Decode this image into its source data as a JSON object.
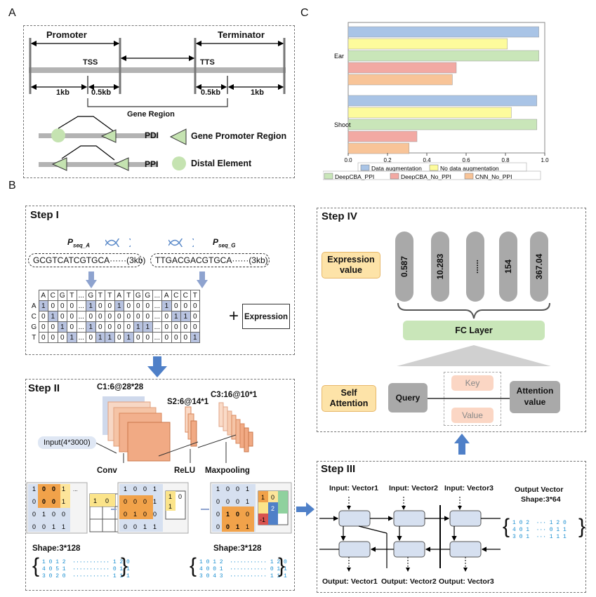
{
  "panels": {
    "A": "A",
    "B": "B",
    "C": "C"
  },
  "panel_a": {
    "promoter": "Promoter",
    "terminator": "Terminator",
    "tss": "TSS",
    "tts": "TTS",
    "dist_1kb_left": "1kb",
    "dist_05kb_left": "0.5kb",
    "dist_05kb_right": "0.5kb",
    "dist_1kb_right": "1kb",
    "gene_region": "Gene Region",
    "pdi": "PDI",
    "ppi": "PPI",
    "legend_promoter": "Gene Promoter Region",
    "legend_distal": "Distal Element"
  },
  "panel_c": {
    "chart_data": {
      "type": "bar",
      "orientation": "horizontal",
      "categories": [
        "Ear",
        "Shoot"
      ],
      "series": [
        {
          "name": "Data augmentation",
          "color": "#a9c4e6",
          "values": [
            0.97,
            0.96
          ]
        },
        {
          "name": "No data augmentation",
          "color": "#fdfb9c",
          "values": [
            0.81,
            0.83
          ]
        },
        {
          "name": "DeepCBA_PPI",
          "color": "#c9e6b9",
          "values": [
            0.97,
            0.96
          ]
        },
        {
          "name": "DeepCBA_No_PPI",
          "color": "#f2a9a3",
          "values": [
            0.55,
            0.35
          ]
        },
        {
          "name": "CNN_No_PPI",
          "color": "#f8c498",
          "values": [
            0.53,
            0.31
          ]
        }
      ],
      "x_ticks": [
        "0.0",
        "0.2",
        "0.4",
        "0.6",
        "0.8",
        "1.0"
      ],
      "xlim": [
        0,
        1.0
      ]
    }
  },
  "step1": {
    "title": "Step I",
    "pseq_a": "P",
    "pseq_a_sub": "seq_A",
    "pseq_g": "P",
    "pseq_g_sub": "seq_G",
    "seq_a": "GCGTCATCGTGCA······(3kb)",
    "seq_g": "TTGACGACGTGCA······(3kb)",
    "plus": "+",
    "expression": "Expression",
    "header": [
      "",
      "A",
      "C",
      "G",
      "T",
      "...",
      "G",
      "T",
      "T",
      "A",
      "T",
      "G",
      "G",
      "...",
      "A",
      "C",
      "C",
      "T"
    ],
    "rows": [
      [
        "A",
        "1",
        "0",
        "0",
        "0",
        "...",
        "1",
        "0",
        "0",
        "1",
        "0",
        "0",
        "0",
        "...",
        "1",
        "0",
        "0",
        "0"
      ],
      [
        "C",
        "0",
        "1",
        "0",
        "0",
        "...",
        "0",
        "0",
        "0",
        "0",
        "0",
        "0",
        "0",
        "...",
        "0",
        "1",
        "1",
        "0"
      ],
      [
        "G",
        "0",
        "0",
        "1",
        "0",
        "...",
        "1",
        "0",
        "0",
        "0",
        "0",
        "1",
        "1",
        "...",
        "0",
        "0",
        "0",
        "0"
      ],
      [
        "T",
        "0",
        "0",
        "0",
        "1",
        "...",
        "0",
        "1",
        "1",
        "0",
        "1",
        "0",
        "0",
        "...",
        "0",
        "0",
        "0",
        "1"
      ]
    ]
  },
  "step2": {
    "title": "Step II",
    "c1": "C1:6@28*28",
    "s2": "S2:6@14*1",
    "c3": "C3:16@10*1",
    "input": "Input(4*3000)",
    "conv": "Conv",
    "relu": "ReLU",
    "maxpool": "Maxpooling",
    "shape_left": "Shape:3*128",
    "shape_right": "Shape:3*128",
    "matrix_left": "1 0 1 2  ··········· 1 2 0\n4 0 5 1  ··········· 0 1 1\n3 0 2 0  ··········· 1 1 1",
    "matrix_right": "1 0 1 2  ··········· 1 2 0\n4 0 0 1  ··········· 0 1 1\n3 0 4 3  ··········· 1 1 1",
    "kernel": [
      "1",
      "0"
    ]
  },
  "step3": {
    "title": "Step III",
    "in1": "Input: Vector1",
    "in2": "Input: Vector2",
    "in3": "Input: Vector3",
    "out_vector": "Output Vector",
    "out_shape": "Shape:3*64",
    "out1": "Output: Vector1",
    "out2": "Output: Vector2",
    "out3": "Output: Vector3",
    "matrix": "1 0 2  ··· 1 2 0\n4 0 1  ··· 0 1 1\n3 0 1  ··· 1 1 1"
  },
  "step4": {
    "title": "Step IV",
    "expr_value": "Expression value",
    "values": [
      "0.587",
      "10.283",
      "......",
      "154",
      "367.04"
    ],
    "fc": "FC Layer",
    "self_attention": "Self Attention",
    "query": "Query",
    "key": "Key",
    "value": "Value",
    "attention_value": "Attention value"
  }
}
